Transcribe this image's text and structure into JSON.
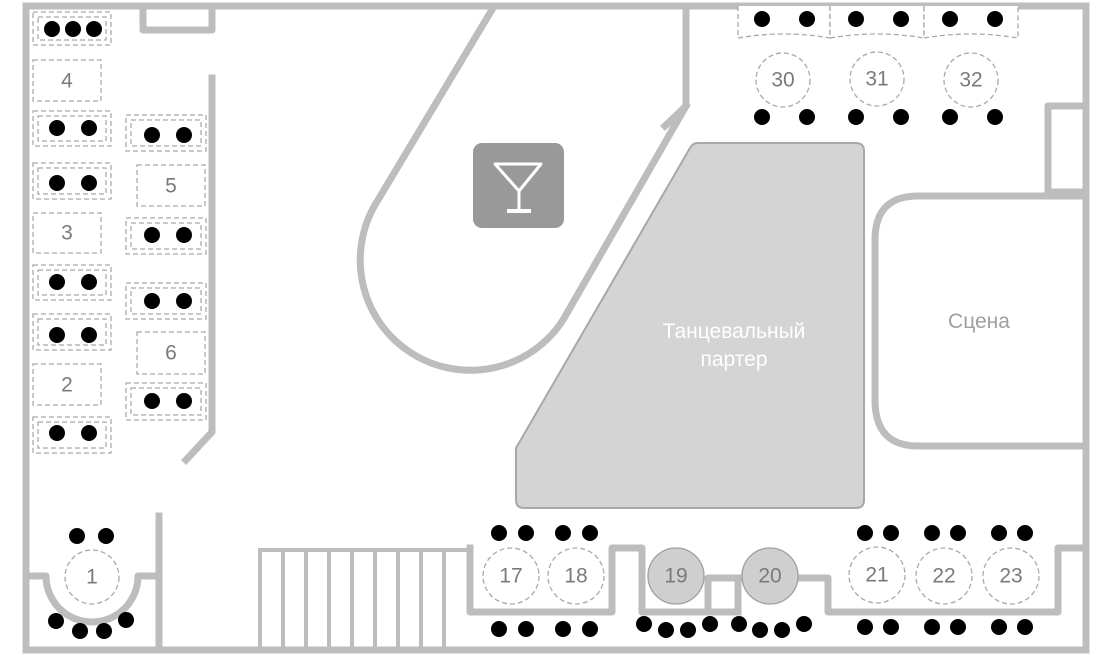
{
  "zones": {
    "dance_floor": {
      "line1": "Танцевальный",
      "line2": "партер"
    },
    "stage": {
      "label": "Сцена"
    }
  },
  "bar": {
    "icon": "cocktail-glass-icon"
  },
  "tables": {
    "t1": "1",
    "t2": "2",
    "t3": "3",
    "t4": "4",
    "t5": "5",
    "t6": "6",
    "t17": "17",
    "t18": "18",
    "t19": "19",
    "t20": "20",
    "t21": "21",
    "t22": "22",
    "t23": "23",
    "t30": "30",
    "t31": "31",
    "t32": "32"
  },
  "colors": {
    "walls": "#bdbdbd",
    "dance_floor": "#d4d4d4",
    "bar_icon_bg": "#999999",
    "booked_table": "#cfcfcf",
    "seat": "#000000"
  }
}
